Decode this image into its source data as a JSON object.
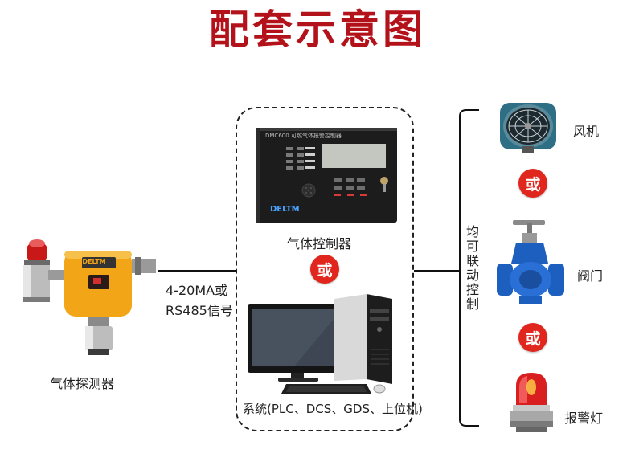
{
  "title": "配套示意图",
  "detector": {
    "label": "气体探测器",
    "brand": "DELTM"
  },
  "signal": {
    "line1": "4-20MA或",
    "line2": "RS485信号"
  },
  "controller": {
    "label": "气体控制器",
    "model_text": "DMC600 可燃气体报警控制器",
    "brand": "DELTM"
  },
  "or_label": "或",
  "system": {
    "label": "系统(PLC、DCS、GDS、上位机)"
  },
  "linkage": {
    "label": "均可联动控制"
  },
  "outputs": {
    "fan": "风机",
    "valve": "阀门",
    "alarm_light": "报警灯"
  },
  "colors": {
    "title": "#b3121b",
    "or_badge": "#e0261d",
    "detector_body": "#f2a516",
    "valve_body": "#1d5fbf"
  }
}
